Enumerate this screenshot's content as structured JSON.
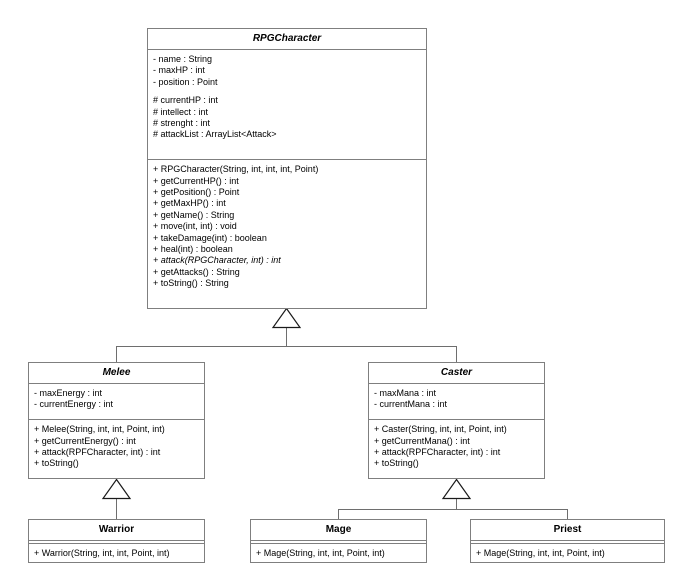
{
  "diagram": {
    "type": "uml-class-diagram",
    "background": "#ffffff",
    "line_color": "#6e6e6e",
    "border_color": "#7f7f7f",
    "text_color": "#000000",
    "relationship": "generalization"
  },
  "classes": {
    "rpgcharacter": {
      "name": "RPGCharacter",
      "abstract": true,
      "attributes": [
        "- name : String",
        "- maxHP : int",
        "- position : Point",
        "",
        "# currentHP : int",
        "# intellect : int",
        "# strenght : int",
        "# attackList : ArrayList<Attack>"
      ],
      "methods": [
        "+ RPGCharacter(String, int, int, int, Point)",
        "+ getCurrentHP() : int",
        "+ getPosition() : Point",
        "+ getMaxHP() : int",
        "+ getName() : String",
        "+ move(int, int) : void",
        "+ takeDamage(int) : boolean",
        "+ heal(int) : boolean",
        "+ attack(RPGCharacter, int) : int",
        "+ getAttacks() : String",
        "+ toString() : String"
      ],
      "abstract_methods": [
        "+ attack(RPGCharacter, int) : int"
      ]
    },
    "melee": {
      "name": "Melee",
      "abstract": true,
      "attributes": [
        "- maxEnergy : int",
        "- currentEnergy : int"
      ],
      "methods": [
        "+ Melee(String, int, int, Point, int)",
        "+ getCurrentEnergy() : int",
        "+ attack(RPFCharacter, int) : int",
        "+ toString()"
      ],
      "abstract_methods": []
    },
    "caster": {
      "name": "Caster",
      "abstract": true,
      "attributes": [
        "- maxMana : int",
        "- currentMana : int"
      ],
      "methods": [
        "+ Caster(String, int, int, Point, int)",
        "+ getCurrentMana() : int",
        "+ attack(RPFCharacter, int) : int",
        "+ toString()"
      ],
      "abstract_methods": []
    },
    "warrior": {
      "name": "Warrior",
      "abstract": false,
      "attributes": [],
      "methods": [
        "+ Warrior(String, int, int, Point, int)"
      ],
      "abstract_methods": []
    },
    "mage": {
      "name": "Mage",
      "abstract": false,
      "attributes": [],
      "methods": [
        "+ Mage(String, int, int, Point, int)"
      ],
      "abstract_methods": []
    },
    "priest": {
      "name": "Priest",
      "abstract": false,
      "attributes": [],
      "methods": [
        "+ Mage(String, int, int, Point, int)"
      ],
      "abstract_methods": []
    }
  },
  "inheritance": [
    {
      "child": "Melee",
      "parent": "RPGCharacter"
    },
    {
      "child": "Caster",
      "parent": "RPGCharacter"
    },
    {
      "child": "Warrior",
      "parent": "Melee"
    },
    {
      "child": "Mage",
      "parent": "Caster"
    },
    {
      "child": "Priest",
      "parent": "Caster"
    }
  ]
}
